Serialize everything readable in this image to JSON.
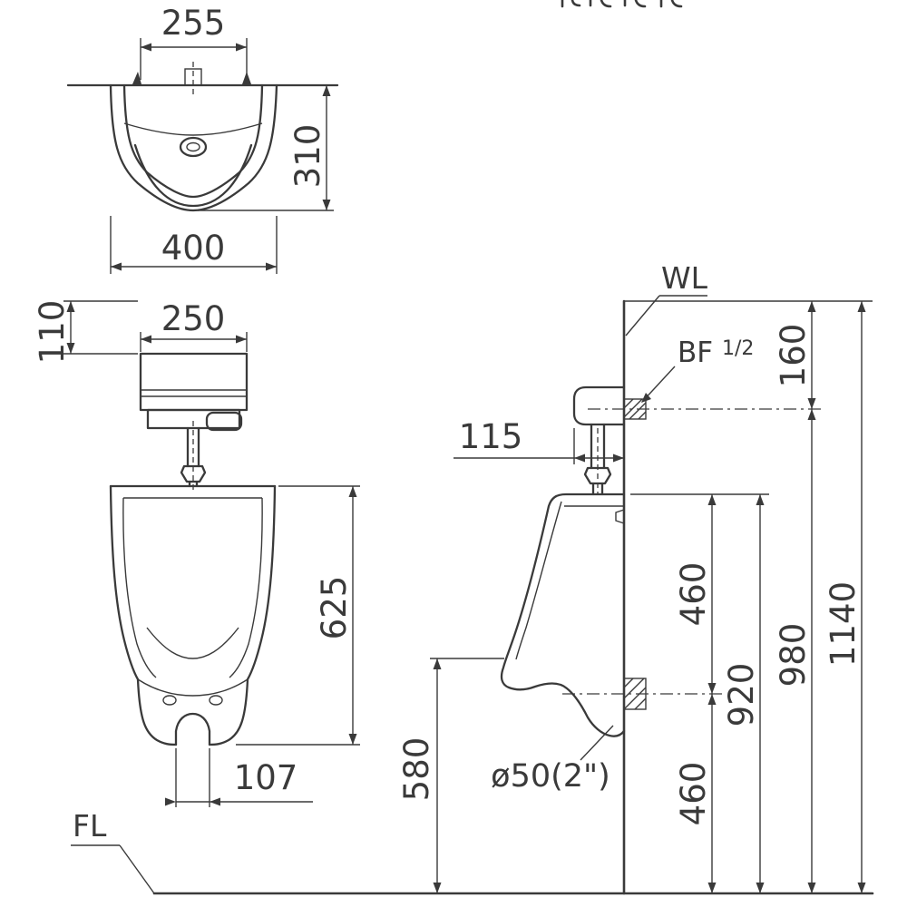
{
  "meta": {
    "background_color": "#ffffff",
    "line_color": "#3a3a3a"
  },
  "top_view": {
    "dim_bolt_spacing": "255",
    "dim_depth": "310",
    "dim_width": "400"
  },
  "front_view": {
    "dim_valve_offset": "110",
    "dim_valve_width": "250",
    "dim_body_height": "625",
    "dim_outlet_width": "107",
    "floor_label": "FL"
  },
  "side_view": {
    "wall_label": "WL",
    "bf_label": "BF",
    "bf_size": "1/2",
    "dim_valve_depth": "115",
    "dim_supply_drop": "160",
    "dim_rim_to_outlet": "460",
    "dim_outlet_to_floor": "460",
    "dim_rim_height": "920",
    "dim_supply_height": "980",
    "dim_total_height": "1140",
    "dim_lip_height": "580",
    "outlet_label": "ø50(2\")"
  }
}
